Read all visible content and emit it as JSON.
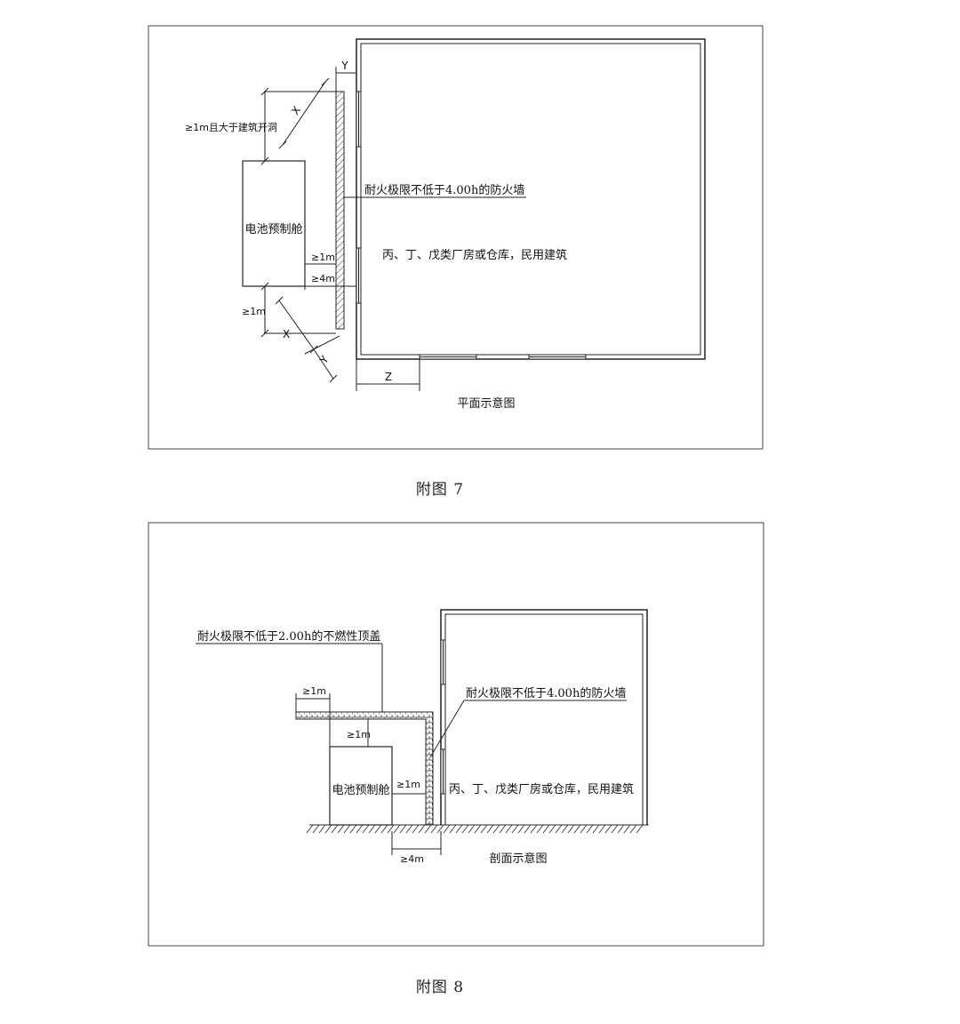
{
  "figure7": {
    "caption": "附图 7",
    "view_label": "平面示意图",
    "label_opening": "≥1m且大于建筑开洞",
    "label_firewall": "耐火极限不低于4.00h的防火墙",
    "label_cabin": "电池预制舱",
    "label_building": "丙、丁、戊类厂房或仓库，民用建筑",
    "dim_1m_a": "≥1m",
    "dim_4m": "≥4m",
    "dim_1m_b": "≥1m",
    "dim_x_top": "X",
    "dim_x_bottom": "X",
    "dim_y_top": "Y",
    "dim_y_bottom": "Y",
    "dim_z": "Z"
  },
  "figure8": {
    "caption": "附图 8",
    "view_label": "剖面示意图",
    "label_roof": "耐火极限不低于2.00h的不燃性顶盖",
    "label_firewall": "耐火极限不低于4.00h的防火墙",
    "label_cabin": "电池预制舱",
    "label_building": "丙、丁、戊类厂房或仓库，民用建筑",
    "dim_overhang": "≥1m",
    "dim_above_cabin": "≥1m",
    "dim_to_wall": "≥1m",
    "dim_4m": "≥4m"
  }
}
